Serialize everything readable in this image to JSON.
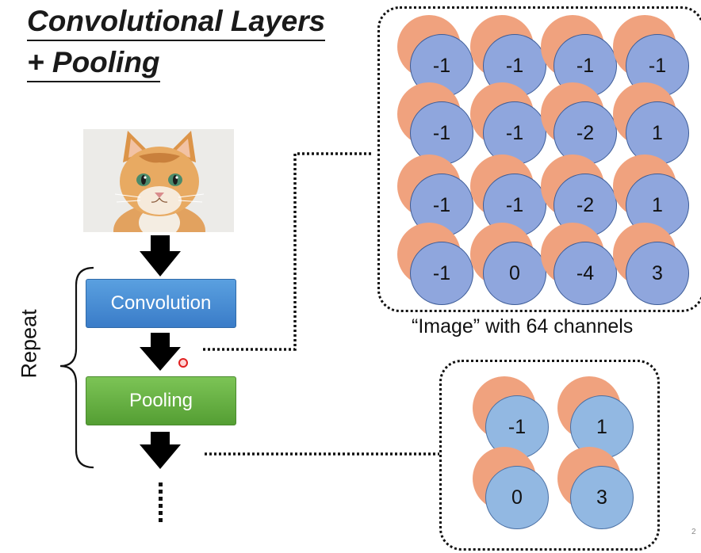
{
  "title": {
    "line1": "Convolutional Layers",
    "line2": "+ Pooling"
  },
  "flow": {
    "convolution_label": "Convolution",
    "pooling_label": "Pooling",
    "repeat_label": "Repeat"
  },
  "feature_map": {
    "caption": "“Image” with 64 channels",
    "values": [
      [
        "-1",
        "-1",
        "-1",
        "-1"
      ],
      [
        "-1",
        "-1",
        "-2",
        "1"
      ],
      [
        "-1",
        "-1",
        "-2",
        "1"
      ],
      [
        "-1",
        "0",
        "-4",
        "3"
      ]
    ]
  },
  "pooled_map": {
    "values": [
      [
        "-1",
        "1"
      ],
      [
        "0",
        "3"
      ]
    ]
  },
  "page_number": "2",
  "colors": {
    "conv_box": "#3a7cc8",
    "pool_box": "#549e33",
    "front_circle_big": "#8fa6dd",
    "front_circle_small": "#92b8e2",
    "back_circle": "#f0a27e"
  }
}
